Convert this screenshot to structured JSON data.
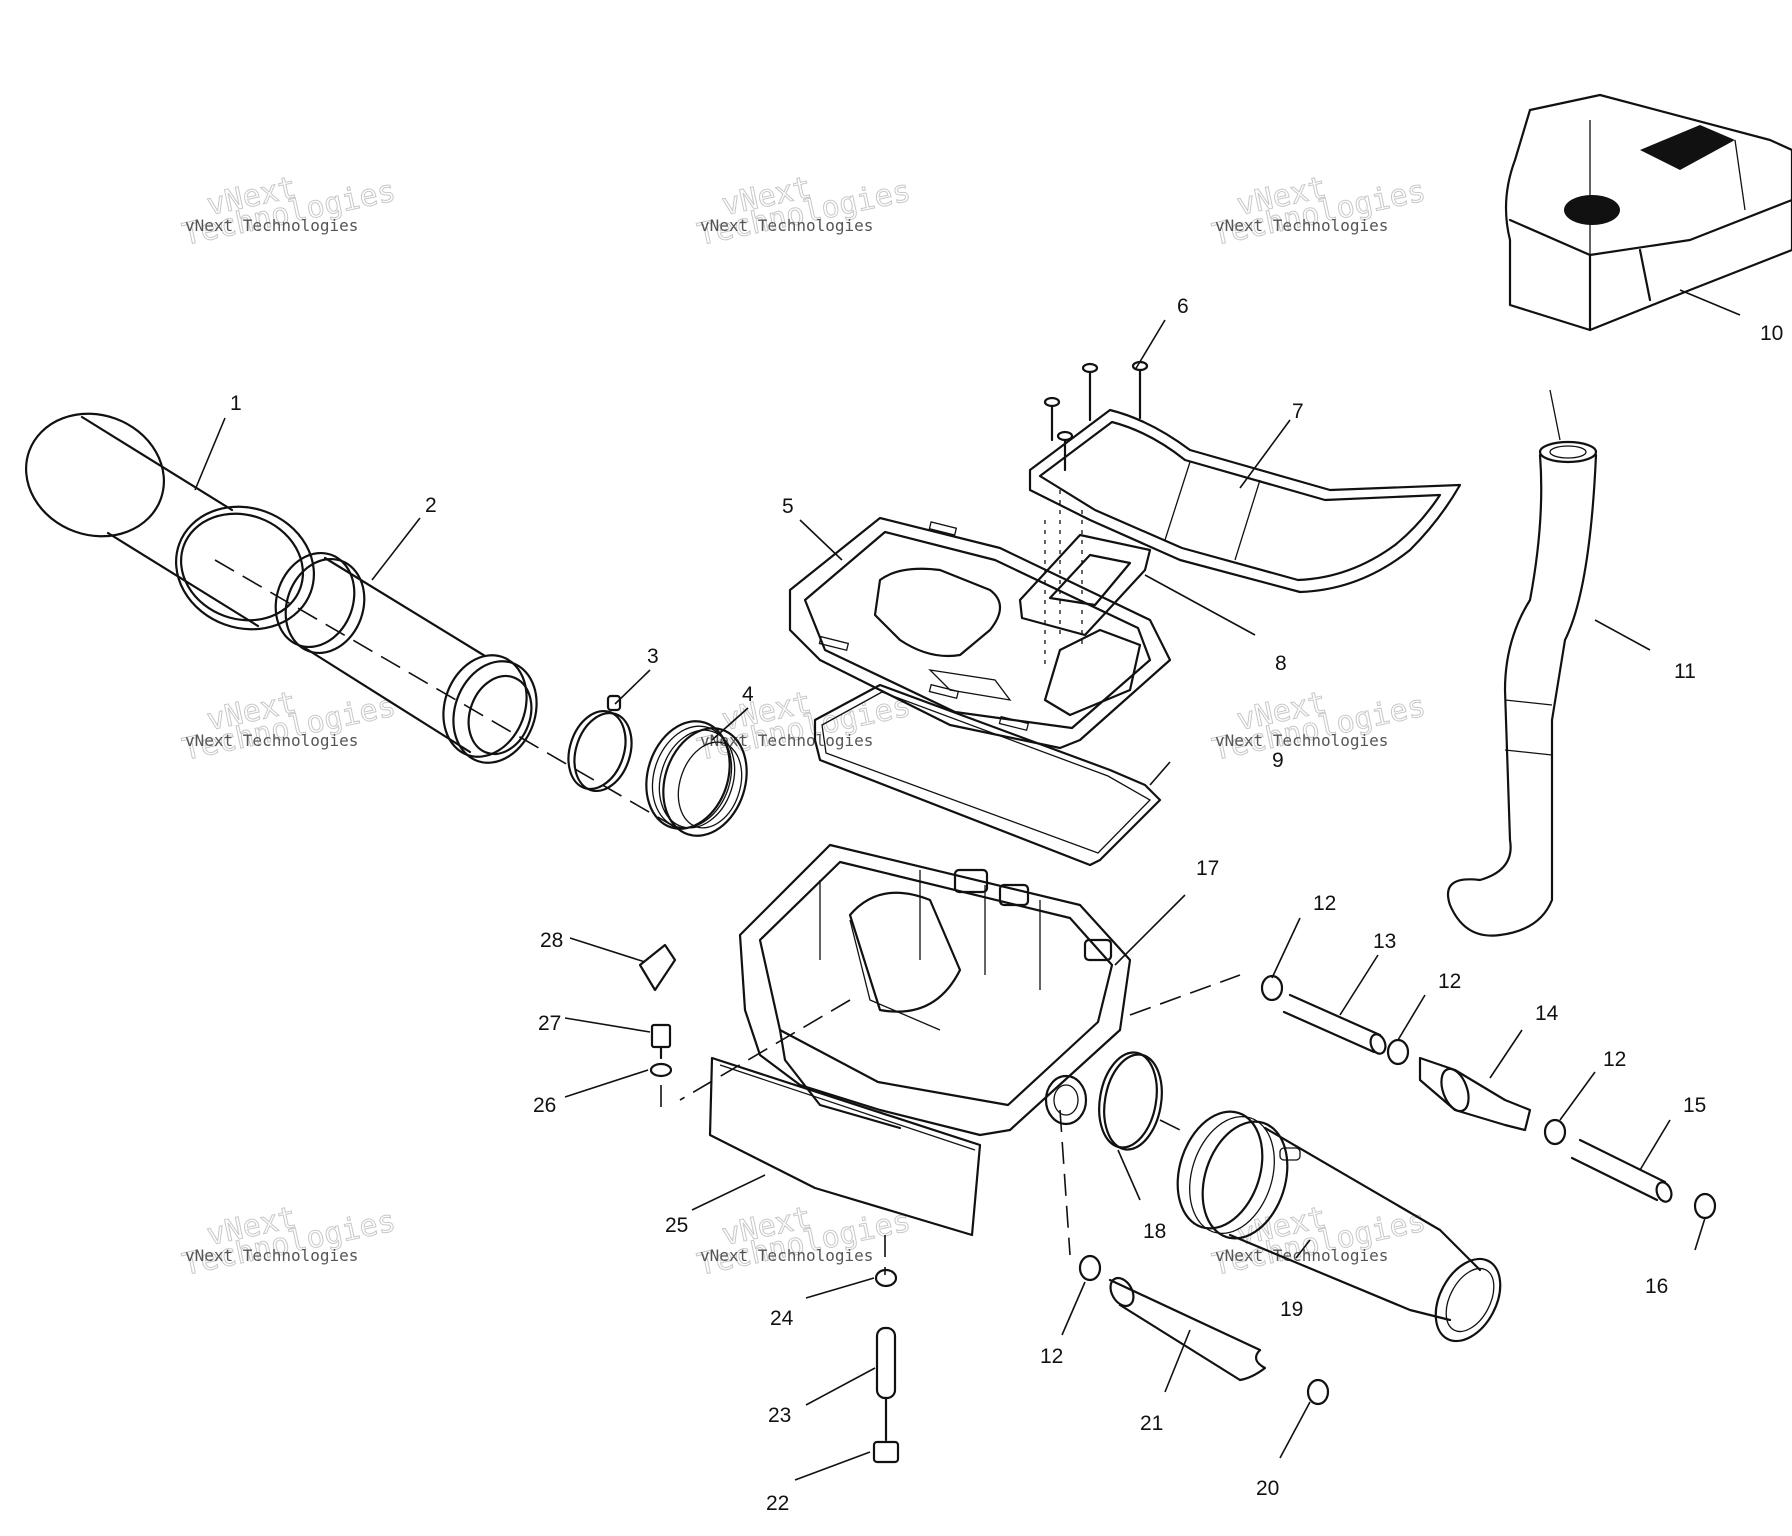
{
  "watermark": {
    "brand_line1": "vNext Technologies",
    "brand_line2": "vNext",
    "brand_line3": "Technologies"
  },
  "callouts": [
    {
      "id": "1",
      "label": "1"
    },
    {
      "id": "2",
      "label": "2"
    },
    {
      "id": "3",
      "label": "3"
    },
    {
      "id": "4",
      "label": "4"
    },
    {
      "id": "5",
      "label": "5"
    },
    {
      "id": "6",
      "label": "6"
    },
    {
      "id": "7",
      "label": "7"
    },
    {
      "id": "8",
      "label": "8"
    },
    {
      "id": "9",
      "label": "9"
    },
    {
      "id": "10",
      "label": "10"
    },
    {
      "id": "11",
      "label": "11"
    },
    {
      "id": "12a",
      "label": "12"
    },
    {
      "id": "12b",
      "label": "12"
    },
    {
      "id": "12c",
      "label": "12"
    },
    {
      "id": "12d",
      "label": "12"
    },
    {
      "id": "13",
      "label": "13"
    },
    {
      "id": "14",
      "label": "14"
    },
    {
      "id": "15",
      "label": "15"
    },
    {
      "id": "16",
      "label": "16"
    },
    {
      "id": "17",
      "label": "17"
    },
    {
      "id": "18",
      "label": "18"
    },
    {
      "id": "19",
      "label": "19"
    },
    {
      "id": "20",
      "label": "20"
    },
    {
      "id": "21",
      "label": "21"
    },
    {
      "id": "22",
      "label": "22"
    },
    {
      "id": "23",
      "label": "23"
    },
    {
      "id": "24",
      "label": "24"
    },
    {
      "id": "25",
      "label": "25"
    },
    {
      "id": "26",
      "label": "26"
    },
    {
      "id": "27",
      "label": "27"
    },
    {
      "id": "28",
      "label": "28"
    }
  ]
}
